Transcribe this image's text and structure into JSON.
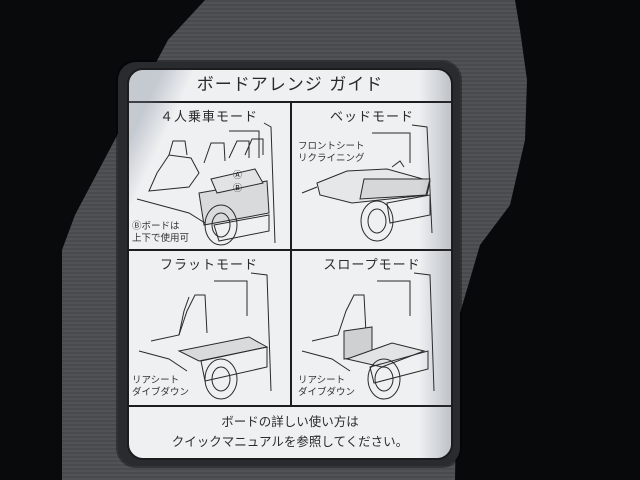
{
  "scene": {
    "description": "Photo of a Japanese board arrangement guide sticker on a textured car cargo mat",
    "colors": {
      "mat": "#4b4c4f",
      "shadow": "#0a0b0d",
      "label_bg": "#eef0f1",
      "ink": "#1d1d1d"
    }
  },
  "label": {
    "title": "ボードアレンジ ガイド",
    "panels": [
      {
        "id": "four-seat",
        "title": "４人乗車モード",
        "markers": [
          "Ⓐ",
          "Ⓑ"
        ],
        "note_lines": [
          "Ⓑボードは",
          "上下で使用可"
        ],
        "icon": "car-interior-diagram-icon"
      },
      {
        "id": "bed",
        "title": "ベッドモード",
        "note_lines": [
          "フロントシート",
          "リクライニング"
        ],
        "icon": "car-interior-diagram-icon"
      },
      {
        "id": "flat",
        "title": "フラットモード",
        "note_lines": [
          "リアシート",
          "ダイブダウン"
        ],
        "icon": "car-interior-diagram-icon"
      },
      {
        "id": "slope",
        "title": "スロープモード",
        "note_lines": [
          "リアシート",
          "ダイブダウン"
        ],
        "icon": "car-interior-diagram-icon"
      }
    ],
    "footer_lines": [
      "ボードの詳しい使い方は",
      "クイックマニュアルを参照してください。"
    ]
  }
}
